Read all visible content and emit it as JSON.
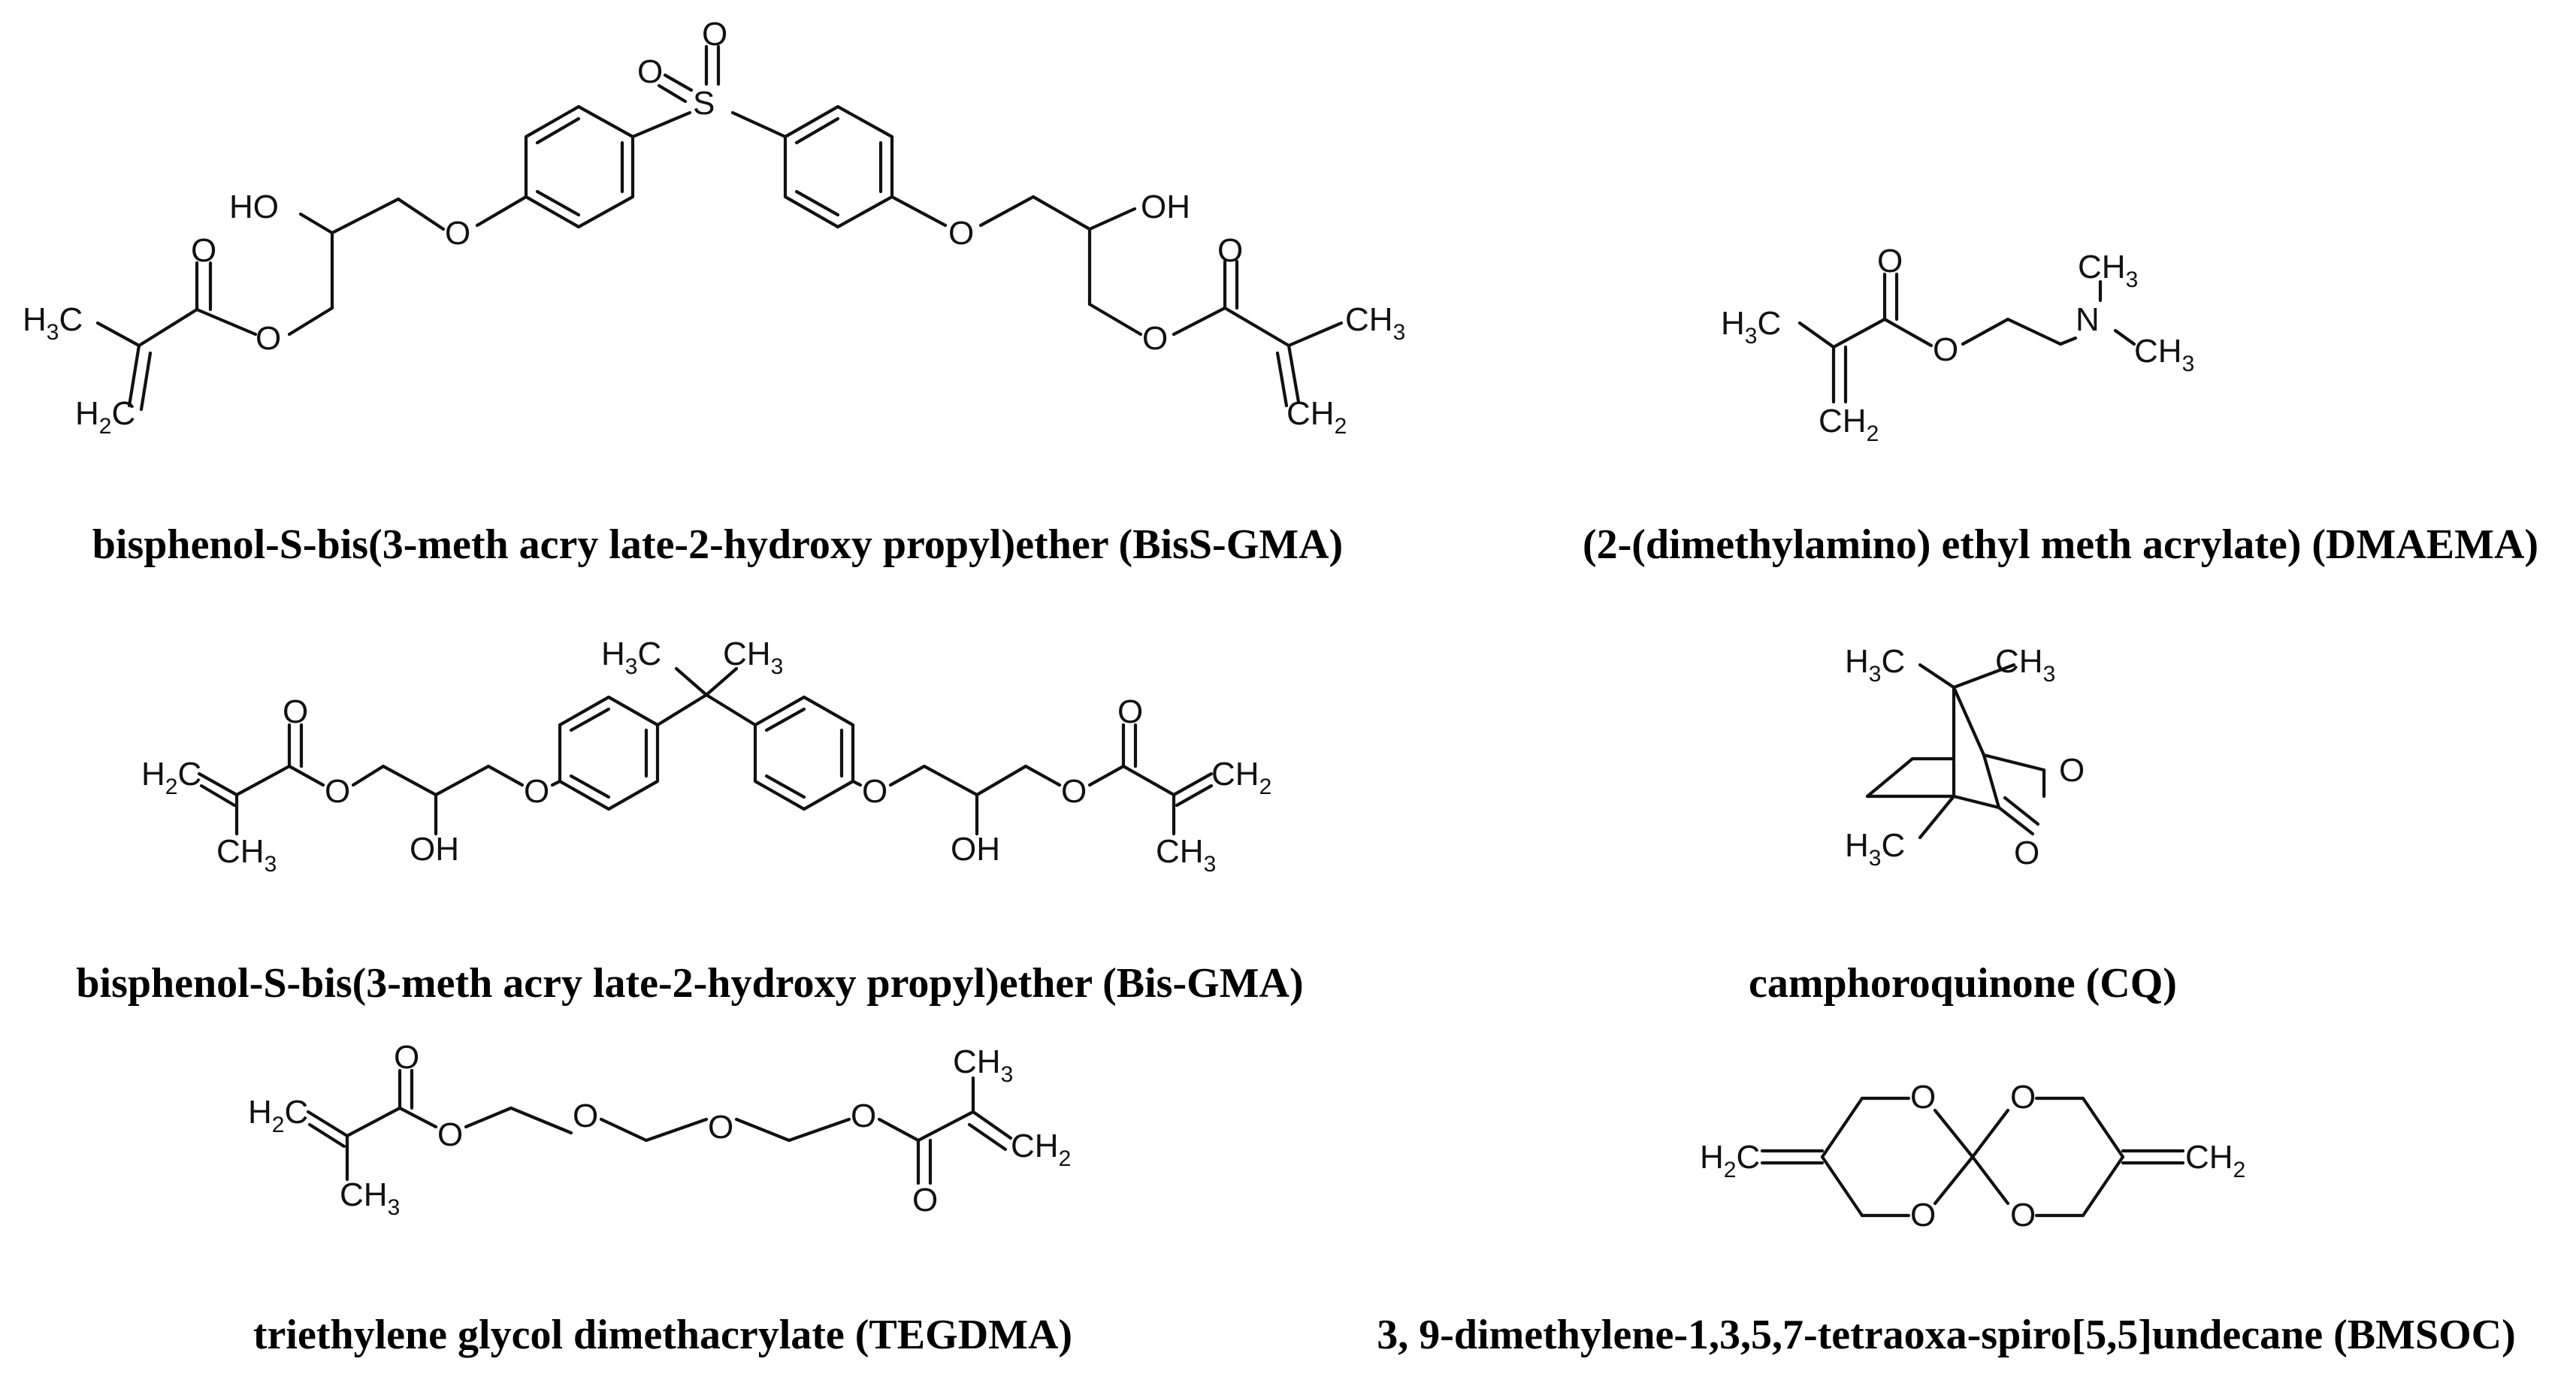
{
  "atoms": {
    "H3C": [
      "H",
      "3",
      "C"
    ],
    "CH3": [
      "CH",
      "3"
    ],
    "H2C": [
      "H",
      "2",
      "C"
    ],
    "CH2": [
      "CH",
      "2"
    ],
    "O": "O",
    "S": "S",
    "N": "N",
    "HO": "HO",
    "OH": "OH"
  },
  "captions": {
    "bissgma": "bisphenol-S-bis(3-meth acry late-2-hydroxy propyl)ether (BisS-GMA)",
    "dmaema": "(2-(dimethylamino) ethyl meth acrylate) (DMAEMA)",
    "bisgma": "bisphenol-S-bis(3-meth acry late-2-hydroxy propyl)ether (Bis-GMA)",
    "cq": "camphoroquinone (CQ)",
    "tegdma": "triethylene glycol dimethacrylate (TEGDMA)",
    "bmsoc": "3, 9-dimethylene-1,3,5,7-tetraoxa-spiro[5,5]undecane (BMSOC)"
  }
}
